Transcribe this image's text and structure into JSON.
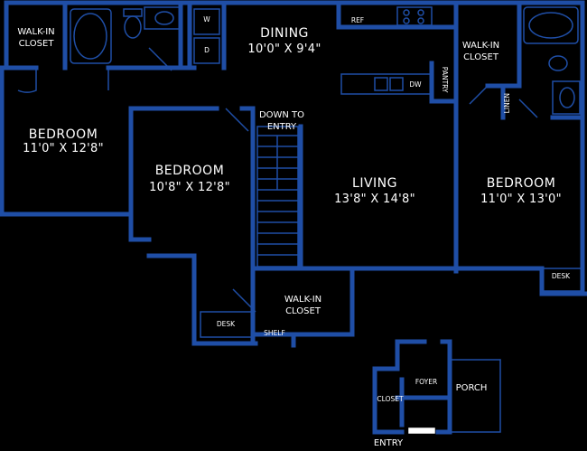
{
  "plan": {
    "wall_color": "#1f4ea6",
    "background": "#000000",
    "rooms": {
      "bedroom_left": {
        "name": "BEDROOM",
        "size": "11'0\" X 12'8\""
      },
      "bedroom_middle": {
        "name": "BEDROOM",
        "size": "10'8\" X 12'8\""
      },
      "dining": {
        "name": "DINING",
        "size": "10'0\" X 9'4\""
      },
      "living": {
        "name": "LIVING",
        "size": "13'8\" X 14'8\""
      },
      "bedroom_right": {
        "name": "BEDROOM",
        "size": "11'0\" X 13'0\""
      }
    },
    "labels": {
      "walkin_left": [
        "WALK-IN",
        "CLOSET"
      ],
      "walkin_right": [
        "WALK-IN",
        "CLOSET"
      ],
      "walkin_center": [
        "WALK-IN",
        "CLOSET"
      ],
      "down_to_entry": [
        "DOWN TO",
        "ENTRY"
      ],
      "ref": "REF",
      "dw": "DW",
      "pantry": "PANTRY",
      "linen": "LINEN",
      "washer": "W",
      "dryer": "D",
      "desk_middle": "DESK",
      "desk_right": "DESK",
      "shelf": "SHELF",
      "closet": "CLOSET",
      "foyer": "FOYER",
      "porch": "PORCH",
      "entry": "ENTRY"
    }
  }
}
